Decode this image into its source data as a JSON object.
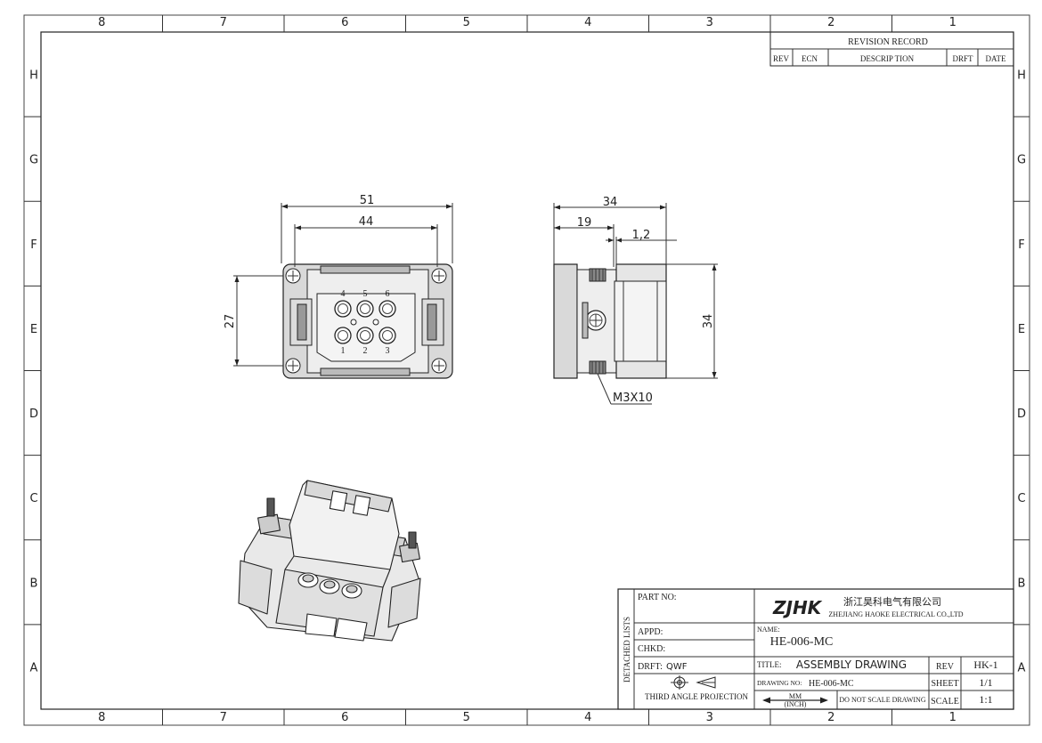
{
  "zones": {
    "columns": [
      "8",
      "7",
      "6",
      "5",
      "4",
      "3",
      "2",
      "1"
    ],
    "rows": [
      "H",
      "G",
      "F",
      "E",
      "D",
      "C",
      "B",
      "A"
    ]
  },
  "revision_record": {
    "title": "REVISION RECORD",
    "headers": [
      "REV",
      "ECN",
      "DESCRIP TION",
      "DRFT",
      "DATE"
    ]
  },
  "front_view": {
    "dims": {
      "overall_width": "51",
      "inner_width": "44",
      "height": "27"
    },
    "pin_labels_top": [
      "4",
      "5",
      "6"
    ],
    "pin_labels_bottom": [
      "1",
      "2",
      "3"
    ]
  },
  "side_view": {
    "dims": {
      "overall_width": "34",
      "partial": "19",
      "offset": "1,2",
      "height": "34"
    },
    "screw_callout": "M3X10"
  },
  "title_block": {
    "part_no_label": "PART NO:",
    "appd_label": "APPD:",
    "chkd_label": "CHKD:",
    "drft_label": "DRFT:",
    "drft_value": "QWF",
    "detached_lists": "DETACHED LISTS",
    "projection": "THIRD ANGLE PROJECTION",
    "logo": "ZJHK",
    "company_cn": "浙江昊科电气有限公司",
    "company_en": "ZHEJIANG HAOKE ELECTRICAL CO.,LTD",
    "name_label": "NAME:",
    "name_value": "HE-006-MC",
    "title_label": "TITLE:",
    "title_value": "ASSEMBLY DRAWING",
    "rev_label": "REV",
    "rev_value": "HK-1",
    "drawing_no_label": "DRAWING NO:",
    "drawing_no_value": "HE-006-MC",
    "sheet_label": "SHEET",
    "sheet_value": "1/1",
    "units_mm": "MM",
    "units_inch": "(INCH)",
    "scale_note": "DO NOT SCALE DRAWING",
    "scale_label": "SCALE",
    "scale_value": "1:1"
  }
}
